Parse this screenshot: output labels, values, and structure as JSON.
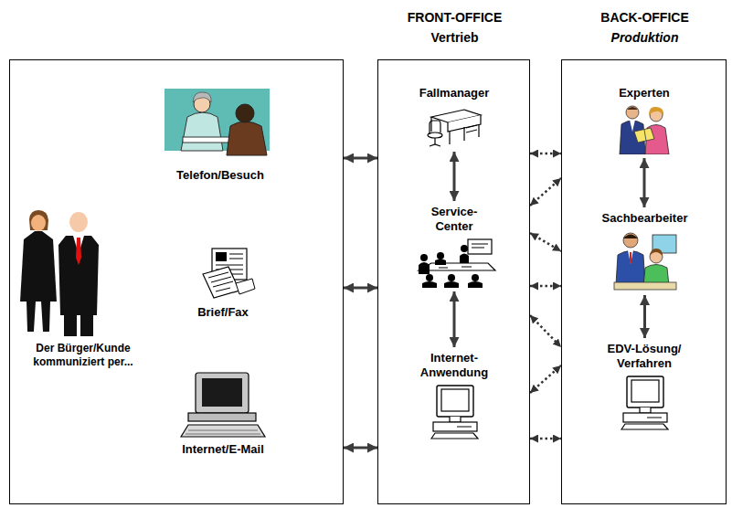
{
  "diagram": {
    "nodes": [
      {
        "text": [
          "Telefon/Besuch",
          "Brief/Fax",
          "Der Bürger/Kunde kommuniziert per...",
          "Internet/E-Mail"
        ]
      },
      {
        "text": [
          "FRONT-OFFICE",
          "Vertrieb"
        ]
      },
      {
        "text": [
          "Fallmanager"
        ],
        "in": 1
      },
      {
        "text": [
          "Service- Center"
        ],
        "in": 1
      },
      {
        "text": [
          "Internet- Anwendung"
        ],
        "in": 1
      },
      {
        "text": [
          "BACK-OFFICE",
          "Produktion"
        ]
      },
      {
        "text": [
          "Experten"
        ],
        "in": 5
      },
      {
        "text": [
          "Sachbearbeiter"
        ],
        "in": 5
      },
      {
        "text": [
          "EDV-Lösung/ Verfahren"
        ],
        "in": 5
      }
    ],
    "edges": [
      {
        "from": 0,
        "to": 1,
        "arrow": "both"
      },
      {
        "from": 0,
        "to": 1,
        "arrow": "both"
      },
      {
        "from": 0,
        "to": 1,
        "arrow": "both"
      },
      {
        "from": 2,
        "to": 3,
        "arrow": "both"
      },
      {
        "from": 3,
        "to": 4,
        "arrow": "both"
      },
      {
        "from": 1,
        "to": 5,
        "arrow": "both"
      },
      {
        "from": 1,
        "to": 5,
        "arrow": "both"
      },
      {
        "from": 1,
        "to": 5,
        "arrow": "both"
      },
      {
        "from": 1,
        "to": 5,
        "arrow": "both"
      },
      {
        "from": 1,
        "to": 5,
        "arrow": "both"
      },
      {
        "from": 1,
        "to": 5,
        "arrow": "both"
      },
      {
        "from": 1,
        "to": 5,
        "arrow": "both"
      },
      {
        "from": 6,
        "to": 7,
        "arrow": "both"
      },
      {
        "from": 7,
        "to": 8,
        "arrow": "both"
      }
    ]
  }
}
